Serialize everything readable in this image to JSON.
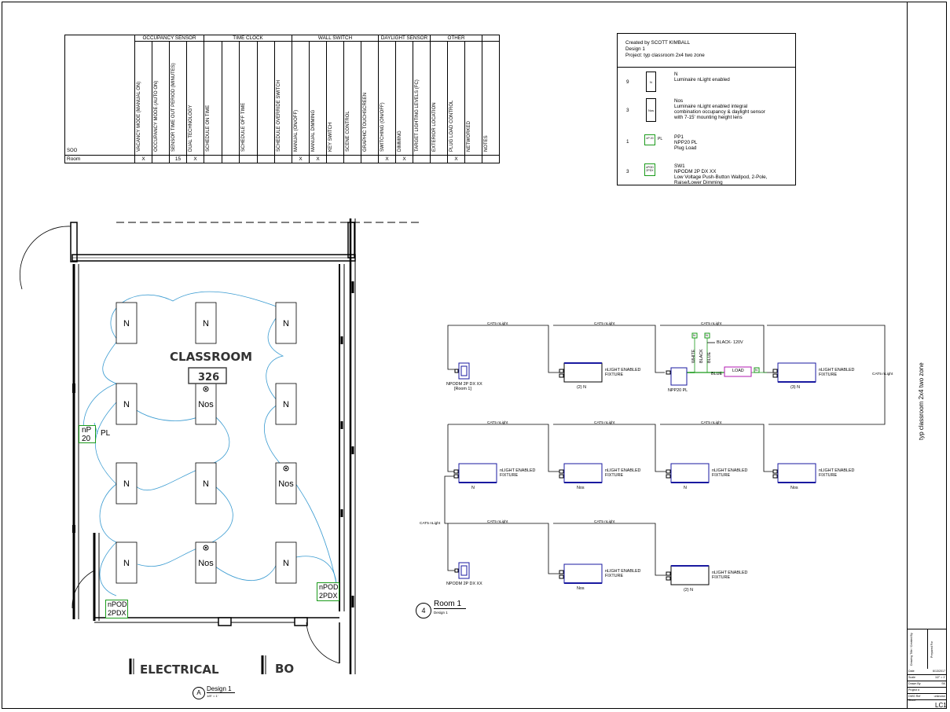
{
  "sheet": {
    "vertical_title": "typ classroom 2x4 two zone",
    "sheet_no": "LC1",
    "title_block": {
      "left_rot": "Drawing Title / Created By",
      "right_rot": "Prepared For",
      "rows": [
        {
          "k": "Date",
          "v": "6/13/2017"
        },
        {
          "k": "Scale",
          "v": "1/2\" = 1'"
        },
        {
          "k": "Drawn By",
          "v": "SK"
        },
        {
          "k": "Project #",
          "v": ""
        },
        {
          "k": "DWG Ref",
          "v": "unknown"
        }
      ],
      "sheet_label": "Sheet"
    }
  },
  "soo": {
    "label": "SOO",
    "room": "Room",
    "groups": [
      {
        "name": "OCCUPANCY SENSOR",
        "span": 4
      },
      {
        "name": "TIME CLOCK",
        "span": 5
      },
      {
        "name": "WALL SWITCH",
        "span": 5
      },
      {
        "name": "DAYLIGHT SENSOR",
        "span": 3
      },
      {
        "name": "OTHER",
        "span": 3
      },
      {
        "name": "",
        "span": 1
      }
    ],
    "columns": [
      "VACANCY MODE (MANUAL ON)",
      "OCCUPANCY MODE (AUTO ON)",
      "SENSOR TIME OUT PERIOD (MINUTES)",
      "DUAL TECHNOLOGY",
      "SCHEDULE ON TIME",
      "",
      "SCHEDULE OFF TIME",
      "",
      "SCHEDULE OVERRIDE SWITCH",
      "MANUAL (ON/OFF)",
      "MANUAL DIMMING",
      "KEY SWITCH",
      "SCENE CONTROL",
      "GRAPHIC TOUCHSCREEN",
      "SWITCHING (ON/OFF)",
      "DIMMING",
      "TARGET LIGHTING LEVELS (FC)",
      "EXTERIOR LOCATION",
      "PLUG LOAD CONTROL",
      "NETWORKED",
      "NOTES"
    ],
    "values": [
      "X",
      "",
      "15",
      "X",
      "",
      "",
      "",
      "",
      "",
      "X",
      "X",
      "",
      "",
      "",
      "X",
      "X",
      "",
      "",
      "X",
      "",
      ""
    ]
  },
  "legend": {
    "created_by": "Created by SCOTT KIMBALL",
    "design": "Design 1",
    "project": "Project: typ classroom 2x4 two zone",
    "items": [
      {
        "qty": "9",
        "icon": "N",
        "lines": [
          "N",
          "Luminaire nLight enabled"
        ]
      },
      {
        "qty": "3",
        "icon": "Nos",
        "lines": [
          "Nos",
          "Luminaire nLight enabled integral",
          "combination occupancy & daylight sensor",
          "with 7-15' mounting height lens"
        ]
      },
      {
        "qty": "1",
        "icon": "nP 20",
        "icon_suffix": "PL",
        "lines": [
          "PP1",
          "NPP20 PL",
          "Plug Load"
        ]
      },
      {
        "qty": "3",
        "icon": "nPOD 2PDX",
        "lines": [
          "SW1",
          "NPODM 2P DX XX",
          "Low Voltage Push-Button Wallpod, 2-Pole,",
          "Raise/Lower Dimming"
        ]
      }
    ]
  },
  "floorplan": {
    "room_name": "CLASSROOM",
    "room_number": "326",
    "bottom_label_left": "ELECTRICAL",
    "bottom_label_right": "BO",
    "fixtures": [
      "N",
      "N",
      "N",
      "N",
      "Nos",
      "N",
      "N",
      "N",
      "Nos",
      "N",
      "Nos",
      "N"
    ],
    "plug": {
      "line1": "nP",
      "line2": "20",
      "suffix": "PL"
    },
    "pods": [
      {
        "line1": "nPOD",
        "line2": "2PDX"
      },
      {
        "line1": "nPOD",
        "line2": "2PDX"
      }
    ],
    "tag": {
      "letter": "A",
      "title": "Design 1",
      "scale": "1/8\" = 1'"
    }
  },
  "wiring": {
    "cable": "CAT5 nLight",
    "fixture_text": [
      "nLIGHT ENABLED",
      "FIXTURE"
    ],
    "pod_label": "NPODM 2P DX XX",
    "pod_room": "[Room 1]",
    "npp_label": "NPP20 PL",
    "white": "WHITE",
    "black": "BLACK",
    "blue": "BLUE",
    "black120": "BLACK- 120V",
    "blue_wire": "BLUE",
    "load": "LOAD",
    "n": "N",
    "row1_names": [
      "(2) N",
      "(3) N"
    ],
    "row2_names": [
      "N",
      "Nos",
      "N",
      "Nos"
    ],
    "row3_names": [
      "Nos",
      "(2) N"
    ],
    "tag": {
      "number": "4",
      "title": "Room 1",
      "sub": "Design 1"
    }
  }
}
